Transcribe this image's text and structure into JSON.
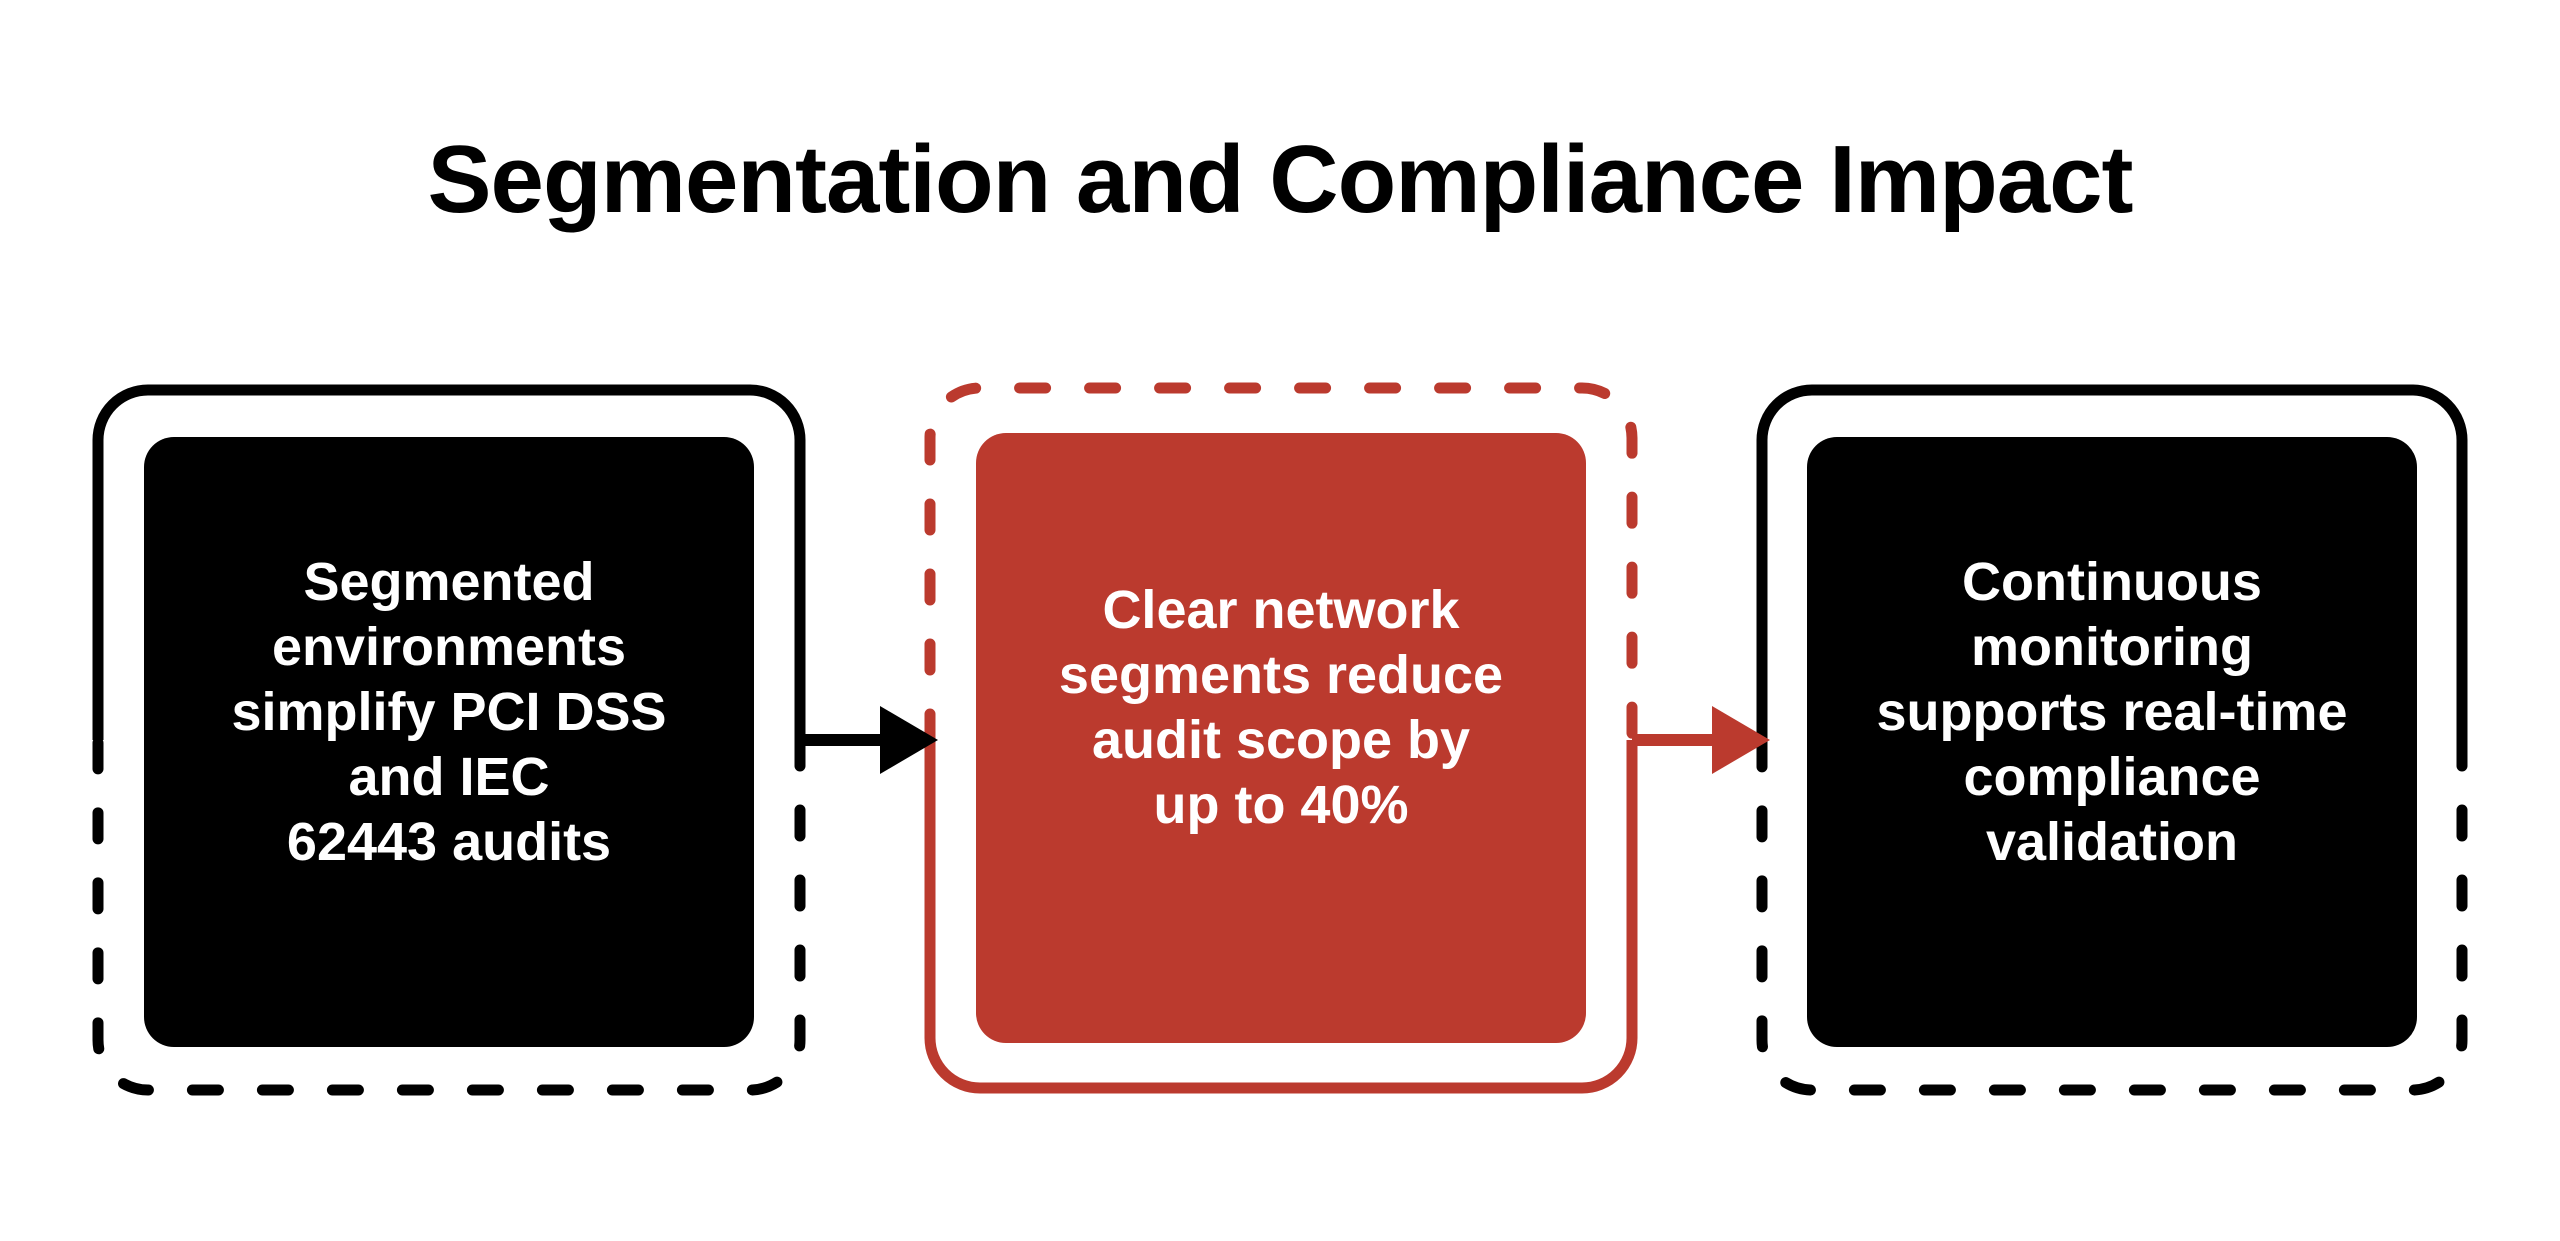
{
  "title": "Segmentation and Compliance Impact",
  "boxes": [
    {
      "name": "segmented-environments",
      "lines": [
        "Segmented",
        "environments",
        "simplify PCI DSS",
        "and IEC",
        "62443 audits"
      ]
    },
    {
      "name": "audit-scope-reduction",
      "lines": [
        "Clear network",
        "segments reduce",
        "audit scope by",
        "up to 40%"
      ]
    },
    {
      "name": "continuous-monitoring",
      "lines": [
        "Continuous",
        "monitoring",
        "supports real-time",
        "compliance",
        "validation"
      ]
    }
  ],
  "colors": {
    "box_black": "#000000",
    "box_red": "#bb3a2e",
    "text_on_box": "#ffffff",
    "title_text": "#000000",
    "background": "#ffffff"
  }
}
